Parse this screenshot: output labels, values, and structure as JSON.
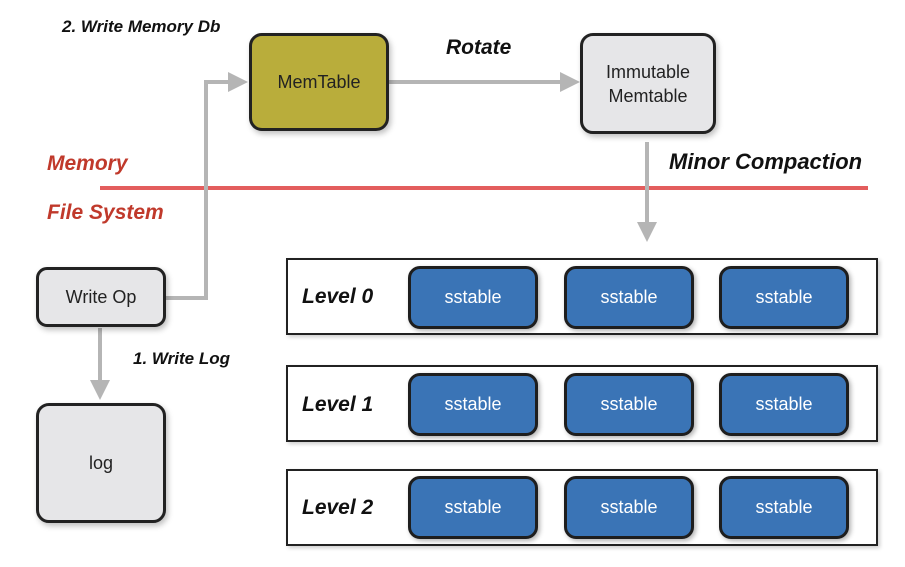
{
  "labels": {
    "write_memory_db": "2. Write Memory Db",
    "rotate": "Rotate",
    "memory": "Memory",
    "file_system": "File System",
    "minor_compaction": "Minor Compaction",
    "write_log": "1. Write Log"
  },
  "boxes": {
    "memtable": "MemTable",
    "immutable": "Immutable\nMemtable",
    "write_op": "Write Op",
    "log": "log"
  },
  "levels": [
    {
      "label": "Level 0",
      "tables": [
        "sstable",
        "sstable",
        "sstable"
      ]
    },
    {
      "label": "Level 1",
      "tables": [
        "sstable",
        "sstable",
        "sstable"
      ]
    },
    {
      "label": "Level 2",
      "tables": [
        "sstable",
        "sstable",
        "sstable"
      ]
    }
  ],
  "colors": {
    "memtable_fill": "#b9ad3b",
    "box_fill": "#e6e6e8",
    "sstable_fill": "#3a74b6",
    "divider_line": "#e35d5d",
    "section_label": "#c0392b",
    "arrow": "#b5b5b5"
  }
}
